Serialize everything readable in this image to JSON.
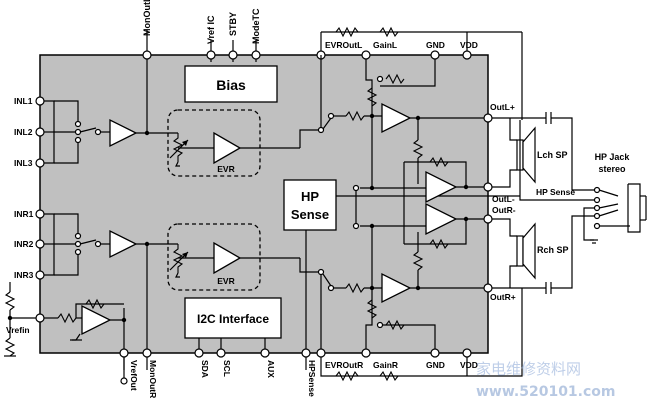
{
  "chip": {
    "fill": "#c0c0c0"
  },
  "top_pins": [
    "MonOutL",
    "Vref IC",
    "STBY",
    "ModeTC"
  ],
  "top_right_pins": [
    "EVROutL",
    "GainL",
    "GND",
    "VDD"
  ],
  "left_pins": [
    "INL1",
    "INL2",
    "INL3",
    "INR1",
    "INR2",
    "INR3"
  ],
  "bottom_pins": [
    "VrefOut",
    "MonOutR",
    "SDA",
    "SCL",
    "AUX",
    "HPSense"
  ],
  "bottom_right_pins": [
    "EVROutR",
    "GainR",
    "GND",
    "VDD"
  ],
  "blocks": {
    "bias": "Bias",
    "i2c": "I2C Interface",
    "hp_sense_line1": "HP",
    "hp_sense_line2": "Sense",
    "evr_top": "EVR",
    "evr_bottom": "EVR"
  },
  "external": {
    "vrefin": "Vrefin",
    "out_l_plus": "OutL+",
    "out_l_minus": "OutL-",
    "out_r_minus": "OutR-",
    "out_r_plus": "OutR+",
    "lch_sp": "Lch SP",
    "rch_sp": "Rch SP",
    "hp_jack_line1": "HP Jack",
    "hp_jack_line2": "stereo",
    "hp_sense_ext": "HP Sense"
  },
  "watermark": {
    "cn": "家电维修资料网",
    "url": "www.520101.com"
  }
}
